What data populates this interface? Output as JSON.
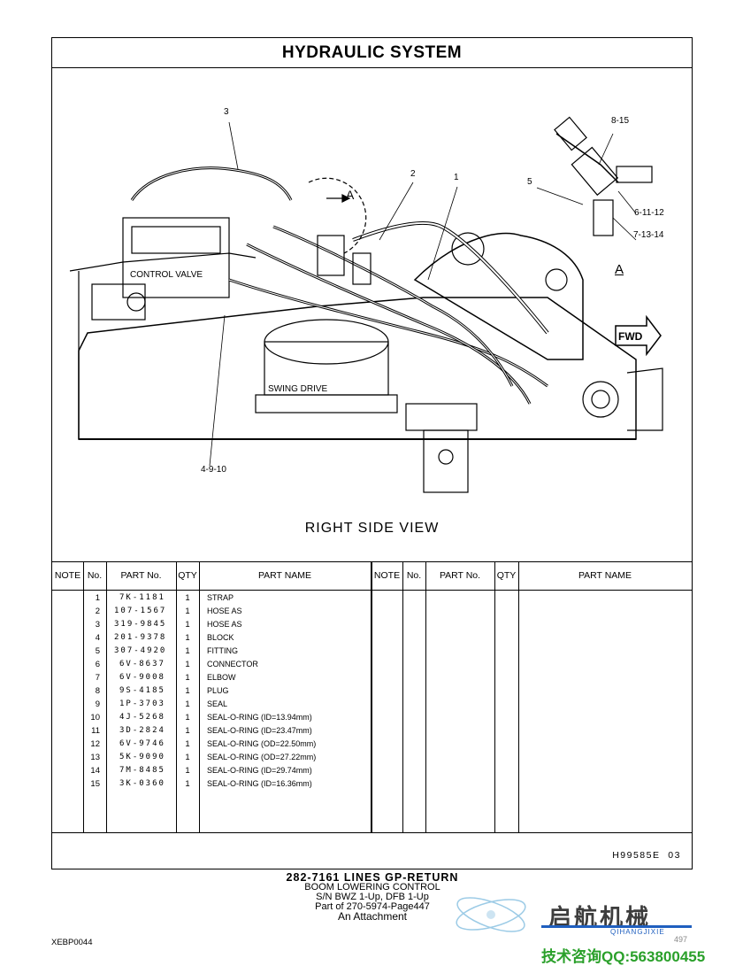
{
  "title": "HYDRAULIC SYSTEM",
  "view_title": "RIGHT SIDE VIEW",
  "callouts": {
    "c3": "3",
    "c2": "2",
    "c1": "1",
    "c5": "5",
    "c815": "8-15",
    "c61112": "6-11-12",
    "c71314": "7-13-14",
    "c4910": "4-9-10",
    "arrowA": "A",
    "viewA": "A",
    "fwd": "FWD",
    "control_valve": "CONTROL VALVE",
    "swing_drive": "SWING DRIVE"
  },
  "table": {
    "headers": {
      "note": "NOTE",
      "no": "No.",
      "part_no": "PART No.",
      "qty": "QTY",
      "part_name": "PART NAME"
    },
    "rows": [
      {
        "no": "1",
        "part_no": "7K-1181",
        "qty": "1",
        "name": "STRAP"
      },
      {
        "no": "2",
        "part_no": "107-1567",
        "qty": "1",
        "name": "HOSE AS"
      },
      {
        "no": "3",
        "part_no": "319-9845",
        "qty": "1",
        "name": "HOSE AS"
      },
      {
        "no": "4",
        "part_no": "201-9378",
        "qty": "1",
        "name": "BLOCK"
      },
      {
        "no": "5",
        "part_no": "307-4920",
        "qty": "1",
        "name": "FITTING"
      },
      {
        "no": "6",
        "part_no": "6V-8637",
        "qty": "1",
        "name": "CONNECTOR"
      },
      {
        "no": "7",
        "part_no": "6V-9008",
        "qty": "1",
        "name": "ELBOW"
      },
      {
        "no": "8",
        "part_no": "9S-4185",
        "qty": "1",
        "name": "PLUG"
      },
      {
        "no": "9",
        "part_no": "1P-3703",
        "qty": "1",
        "name": "SEAL"
      },
      {
        "no": "10",
        "part_no": "4J-5268",
        "qty": "1",
        "name": "SEAL-O-RING (ID=13.94mm)"
      },
      {
        "no": "11",
        "part_no": "3D-2824",
        "qty": "1",
        "name": "SEAL-O-RING (ID=23.47mm)"
      },
      {
        "no": "12",
        "part_no": "6V-9746",
        "qty": "1",
        "name": "SEAL-O-RING (OD=22.50mm)"
      },
      {
        "no": "13",
        "part_no": "5K-9090",
        "qty": "1",
        "name": "SEAL-O-RING (OD=27.22mm)"
      },
      {
        "no": "14",
        "part_no": "7M-8485",
        "qty": "1",
        "name": "SEAL-O-RING (ID=29.74mm)"
      },
      {
        "no": "15",
        "part_no": "3K-0360",
        "qty": "1",
        "name": "SEAL-O-RING (ID=16.36mm)"
      }
    ]
  },
  "doc_code": "H99585E  03",
  "caption": {
    "line1": "282-7161  LINES GP-RETURN",
    "line2": "BOOM LOWERING CONTROL",
    "line3": "S/N BWZ 1-Up, DFB 1-Up",
    "line4": "Part of 270-5974-Page447",
    "line5": "An Attachment"
  },
  "page_id": "XEBP0044",
  "watermark": {
    "brand": "启航机械",
    "pinyin": "QIHANGJIXIE",
    "page_num": "497",
    "contact": "技术咨询QQ:563800455"
  }
}
